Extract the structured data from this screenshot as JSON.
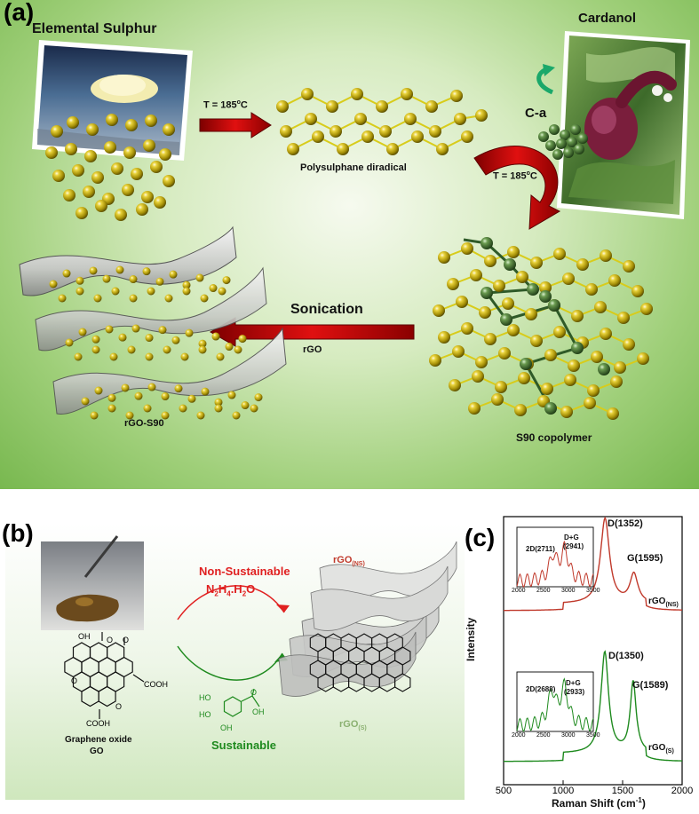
{
  "panel_a": {
    "label": "(a)",
    "elemental_sulphur": "Elemental Sulphur",
    "cardanol": "Cardanol",
    "ca": "C-a",
    "temp1": "T = 185",
    "temp1_sup": "o",
    "temp1_unit": "C",
    "temp2": "T = 185",
    "temp2_sup": "o",
    "temp2_unit": "C",
    "polysulphane": "Polysulphane diradical",
    "sonication": "Sonication",
    "rgo": "rGO",
    "rgo_s90": "rGO-S90",
    "s90": "S90 copolymer"
  },
  "panel_b": {
    "label": "(b)",
    "non_sustainable": "Non-Sustainable",
    "reagent": "N",
    "reagent_sub1": "2",
    "reagent_mid": "H",
    "reagent_sub2": "4",
    "reagent_end": ".H",
    "reagent_sub3": "2",
    "reagent_tail": "O",
    "sustainable": "Sustainable",
    "rgo_ns": "rGO",
    "rgo_ns_sub": "(NS)",
    "rgo_s": "rGO",
    "rgo_s_sub": "(S)",
    "go_name": "Graphene oxide",
    "go_abbr": "GO",
    "oh": "OH",
    "o1": "O",
    "o2": "O",
    "o3": "O",
    "o4": "O",
    "cooh1": "COOH",
    "cooh2": "COOH",
    "ga_ho1": "HO",
    "ga_ho2": "HO",
    "ga_oh": "OH",
    "ga_o": "O",
    "ga_oh2": "OH"
  },
  "panel_c": {
    "label": "(c)",
    "ylabel": "Intensity",
    "xlabel": "Raman Shift (cm",
    "xlabel_sup": "-1",
    "xlabel_end": ")",
    "d_ns": "D(1352)",
    "g_ns": "G(1595)",
    "rgo_ns": "rGO",
    "rgo_ns_sub": "(NS)",
    "d_s": "D(1350)",
    "g_s": "G(1589)",
    "rgo_s": "rGO",
    "rgo_s_sub": "(S)",
    "inset1_2d": "2D(2711)",
    "inset1_dg": "D+G",
    "inset1_dg2": "(2941)",
    "inset2_2d": "2D(2688)",
    "inset2_dg": "D+G",
    "inset2_dg2": "(2933)",
    "inset_ticks": [
      "2000",
      "2500",
      "3000",
      "3500"
    ],
    "colors": {
      "ns": "#c0392b",
      "s": "#1e8a1e"
    }
  },
  "chart_data": {
    "type": "line",
    "title": "",
    "xlabel": "Raman Shift (cm-1)",
    "ylabel": "Intensity",
    "xlim": [
      500,
      2000
    ],
    "x_ticks": [
      "500",
      "1000",
      "1500",
      "2000"
    ],
    "series": [
      {
        "name": "rGO(NS)",
        "peaks": [
          {
            "x": 1352,
            "label": "D(1352)"
          },
          {
            "x": 1595,
            "label": "G(1595)"
          }
        ]
      },
      {
        "name": "rGO(S)",
        "peaks": [
          {
            "x": 1350,
            "label": "D(1350)"
          },
          {
            "x": 1589,
            "label": "G(1589)"
          }
        ]
      }
    ],
    "insets": [
      {
        "series": "rGO(NS)",
        "xlim": [
          2000,
          3500
        ],
        "peaks": [
          {
            "x": 2711,
            "label": "2D(2711)"
          },
          {
            "x": 2941,
            "label": "D+G (2941)"
          }
        ]
      },
      {
        "series": "rGO(S)",
        "xlim": [
          2000,
          3500
        ],
        "peaks": [
          {
            "x": 2688,
            "label": "2D(2688)"
          },
          {
            "x": 2933,
            "label": "D+G (2933)"
          }
        ]
      }
    ]
  }
}
